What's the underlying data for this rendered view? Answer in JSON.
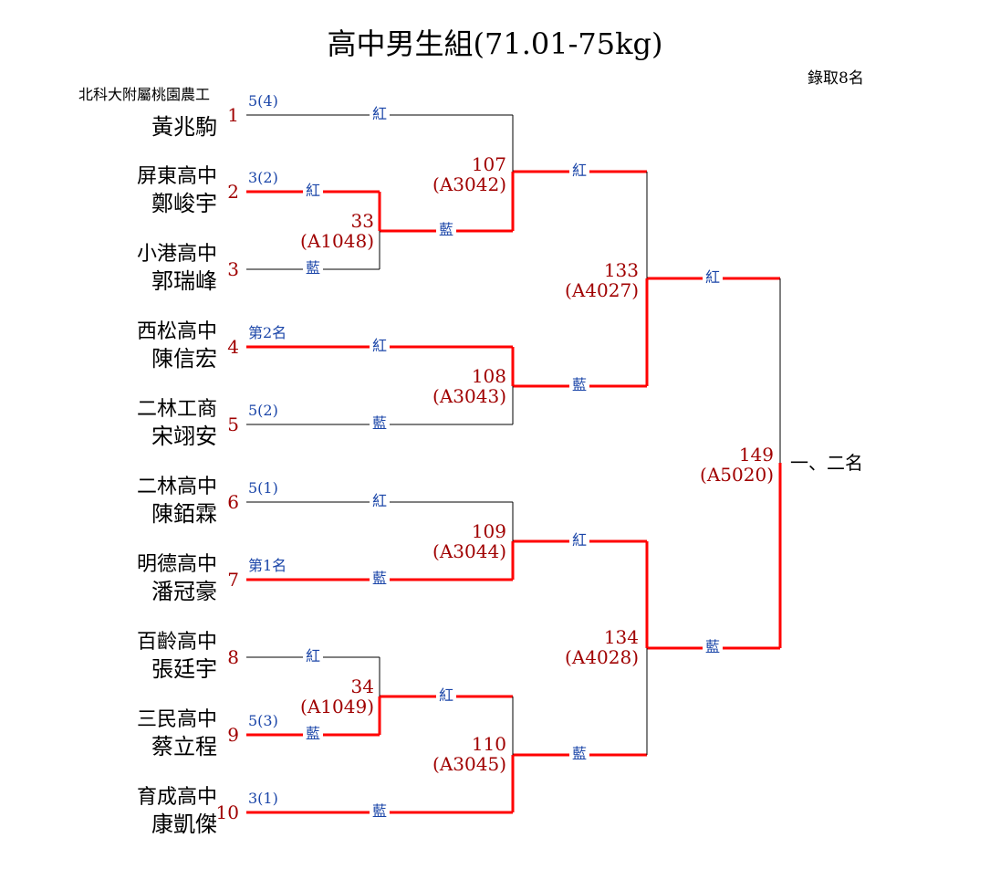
{
  "title": "高中男生組(71.01-75kg)",
  "quota": "錄取8名",
  "players": [
    {
      "num": "1",
      "school": "北科大附屬桃園農工",
      "name": "黃兆駒",
      "seed": "5(4)"
    },
    {
      "num": "2",
      "school": "屏東高中",
      "name": "鄭峻宇",
      "seed": "3(2)"
    },
    {
      "num": "3",
      "school": "小港高中",
      "name": "郭瑞峰",
      "seed": ""
    },
    {
      "num": "4",
      "school": "西松高中",
      "name": "陳信宏",
      "seed": "第2名"
    },
    {
      "num": "5",
      "school": "二林工商",
      "name": "宋翊安",
      "seed": "5(2)"
    },
    {
      "num": "6",
      "school": "二林高中",
      "name": "陳銆霖",
      "seed": "5(1)"
    },
    {
      "num": "7",
      "school": "明德高中",
      "name": "潘冠豪",
      "seed": "第1名"
    },
    {
      "num": "8",
      "school": "百齡高中",
      "name": "張廷宇",
      "seed": ""
    },
    {
      "num": "9",
      "school": "三民高中",
      "name": "蔡立程",
      "seed": "5(3)"
    },
    {
      "num": "10",
      "school": "育成高中",
      "name": "康凱傑",
      "seed": "3(1)"
    }
  ],
  "matches": [
    {
      "num": "33",
      "code": "(A1048)"
    },
    {
      "num": "107",
      "code": "(A3042)"
    },
    {
      "num": "108",
      "code": "(A3043)"
    },
    {
      "num": "133",
      "code": "(A4027)"
    },
    {
      "num": "109",
      "code": "(A3044)"
    },
    {
      "num": "34",
      "code": "(A1049)"
    },
    {
      "num": "110",
      "code": "(A3045)"
    },
    {
      "num": "134",
      "code": "(A4028)"
    },
    {
      "num": "149",
      "code": "(A5020)"
    }
  ],
  "corners": {
    "red": "紅",
    "blue": "藍"
  },
  "final_label": "一、二名",
  "colors": {
    "win": "#ff0000",
    "line": "#000000",
    "corner": "#1a45a8",
    "match": "#a00000"
  }
}
